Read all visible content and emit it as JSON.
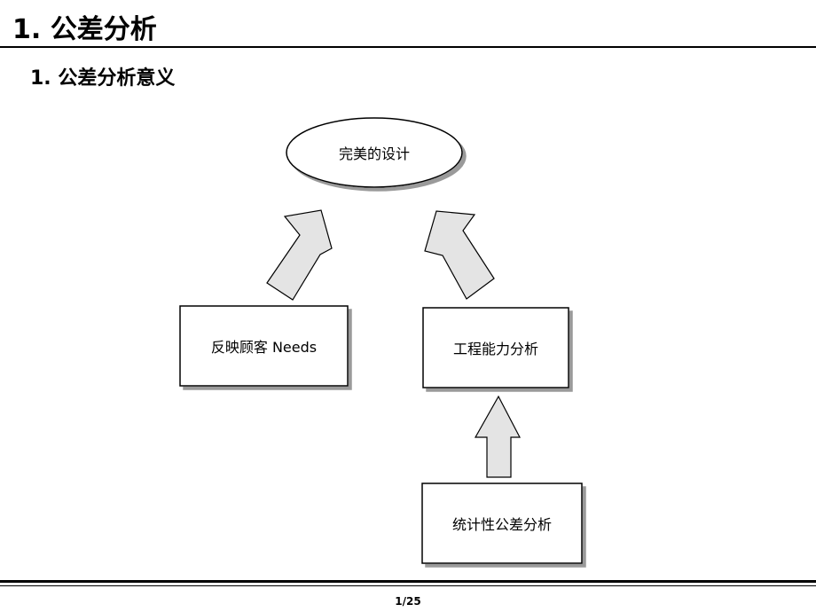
{
  "slide": {
    "title": "1. 公差分析",
    "subtitle": "1. 公差分析意义",
    "page_number": "1/25"
  },
  "diagram": {
    "top_node": "完美的设计",
    "left_box": "反映顾客 Needs",
    "right_box": "工程能力分析",
    "bottom_box": "统计性公差分析"
  }
}
